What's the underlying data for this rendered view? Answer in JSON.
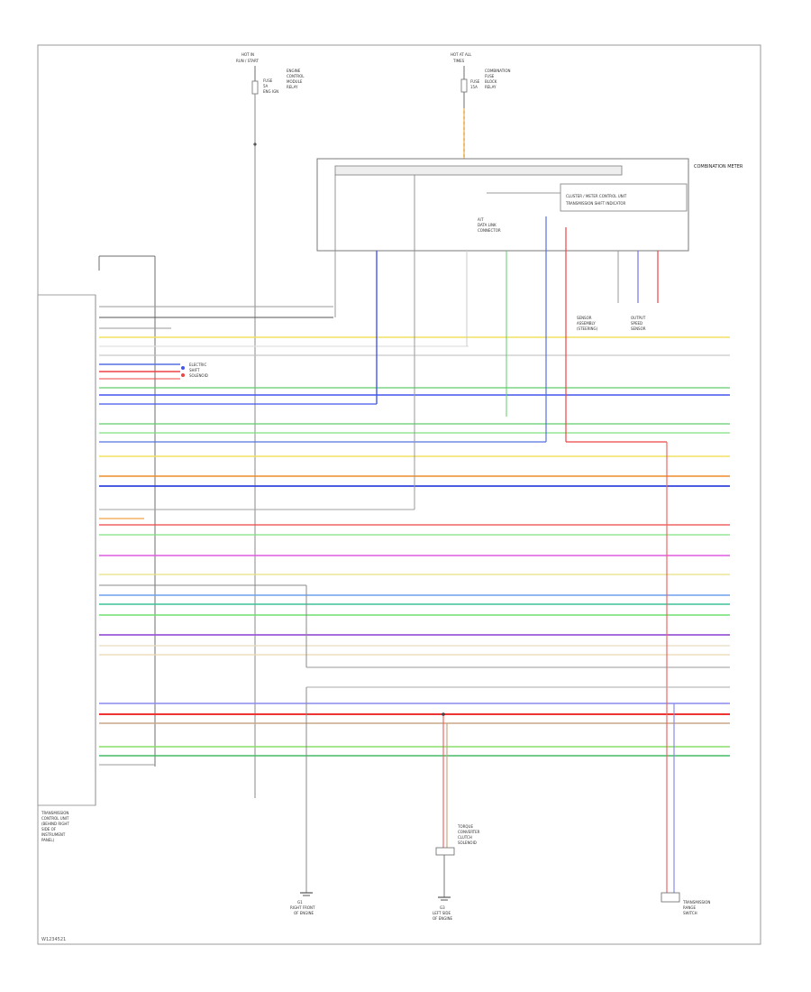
{
  "diagram": {
    "source_a": {
      "lines": [
        "HOT IN",
        "RUN / START"
      ],
      "fuse_lines": [
        "FUSE",
        "5A",
        "ENG IGN"
      ],
      "desc_lines": [
        "ENGINE",
        "CONTROL",
        "MODULE",
        "RELAY"
      ]
    },
    "source_b": {
      "lines": [
        "HOT AT ALL",
        "TIMES"
      ],
      "fuse_lines": [
        "FUSE",
        "15A"
      ],
      "desc_lines": [
        "COMBINATION",
        "FUSE",
        "BLOCK",
        "RELAY"
      ]
    },
    "combination_meter": {
      "title": "COMBINATION METER",
      "inner_module_lines": [
        "CLUSTER / METER CONTROL UNIT",
        "TRANSMISSION SHIFT INDICATOR"
      ]
    },
    "tcm_top_block": {
      "lines": [
        "A/T",
        "DATA LINK",
        "CONNECTOR"
      ]
    },
    "tcm": {
      "label_lines": [
        "TRANSMISSION",
        "CONTROL UNIT",
        "(BEHIND RIGHT",
        "SIDE OF",
        "INSTRUMENT",
        "PANEL)"
      ]
    },
    "sub_labels": {
      "sensor_left": [
        "SENSOR",
        "ASSEMBLY",
        "(STEERING)"
      ],
      "sensor_right": [
        "OUTPUT",
        "SPEED",
        "SENSOR"
      ],
      "pump_left": [
        "ELECTRIC",
        "SHIFT",
        "SOLENOID"
      ]
    },
    "bottom_labels": {
      "ground_left": [
        "G1",
        "RIGHT FRONT",
        "OF ENGINE"
      ],
      "ground_center": [
        "G3",
        "LEFT SIDE",
        "OF ENGINE"
      ],
      "solenoid_center": [
        "TORQUE",
        "CONVERTER",
        "CLUTCH",
        "SOLENOID"
      ],
      "right_conn": [
        "TRANSMISSION",
        "RANGE",
        "SWITCH"
      ]
    },
    "footer_id": "W1234521"
  }
}
